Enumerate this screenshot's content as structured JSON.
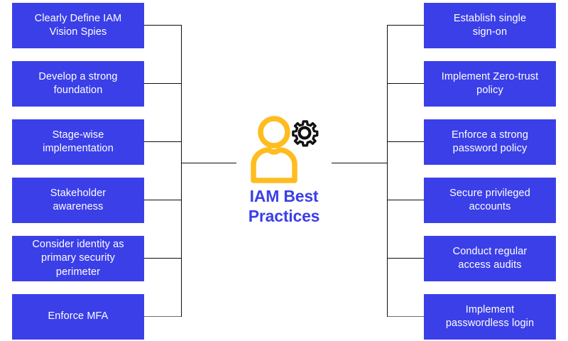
{
  "diagram": {
    "title": "IAM Best Practices",
    "title_line1": "IAM Best",
    "title_line2": "Practices",
    "center_icon": "user-gear-icon",
    "colors": {
      "node_fill": "#3B3FE8",
      "node_text": "#FFFFFF",
      "title_text": "#3B3FE8",
      "icon_person": "#FFBC1F",
      "icon_gear": "#111111",
      "connector": "#0D0D0D",
      "connector_muted": "#6E6E6E",
      "background": "#FFFFFF"
    },
    "left_branch": {
      "side": "left",
      "items": [
        {
          "line1": "Clearly Define IAM",
          "line2": "Vision Spies"
        },
        {
          "line1": "Develop a strong",
          "line2": "foundation"
        },
        {
          "line1": "Stage-wise",
          "line2": "implementation"
        },
        {
          "line1": "Stakeholder",
          "line2": "awareness"
        },
        {
          "line1": "Consider identity as",
          "line2": "primary security",
          "line3": "perimeter"
        },
        {
          "line1": "Enforce MFA",
          "line2": ""
        }
      ]
    },
    "right_branch": {
      "side": "right",
      "items": [
        {
          "line1": "Establish single",
          "line2": "sign-on"
        },
        {
          "line1": "Implement Zero-trust",
          "line2": "policy"
        },
        {
          "line1": "Enforce a strong",
          "line2": "password policy"
        },
        {
          "line1": "Secure privileged",
          "line2": "accounts"
        },
        {
          "line1": "Conduct regular",
          "line2": "access audits"
        },
        {
          "line1": "Implement",
          "line2": "passwordless login"
        }
      ]
    }
  }
}
